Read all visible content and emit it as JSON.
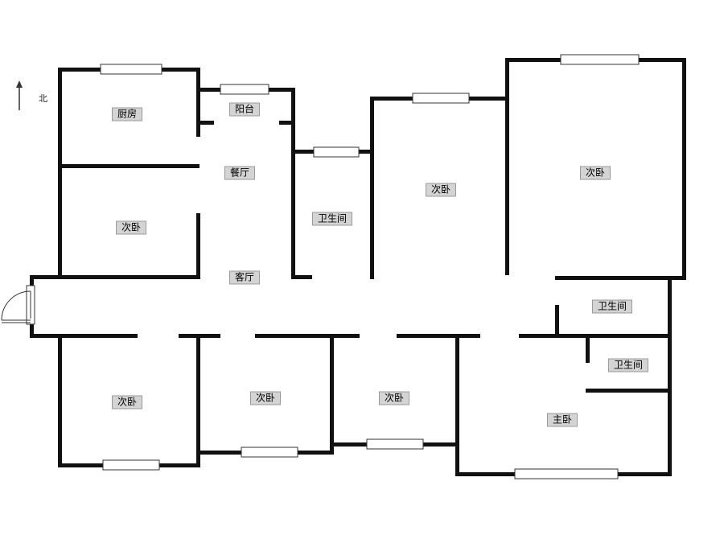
{
  "compass": {
    "label": "北"
  },
  "rooms": {
    "kitchen": "厨房",
    "balcony": "阳台",
    "dining": "餐厅",
    "living": "客厅",
    "bedroom_west": "次卧",
    "bath_central": "卫生间",
    "bedroom_north_mid": "次卧",
    "bedroom_northeast": "次卧",
    "bath_east_upper": "卫生间",
    "bath_east_lower": "卫生间",
    "bedroom_south_1": "次卧",
    "bedroom_south_2": "次卧",
    "bedroom_south_3": "次卧",
    "master_bedroom": "主卧"
  }
}
